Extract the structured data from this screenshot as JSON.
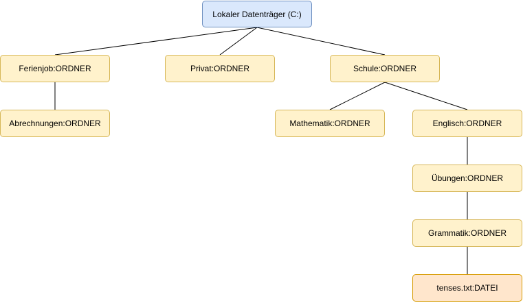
{
  "nodes": {
    "root": "Lokaler Datenträger (C:)",
    "ferienjob": "Ferienjob:ORDNER",
    "privat": "Privat:ORDNER",
    "schule": "Schule:ORDNER",
    "abrechnungen": "Abrechnungen:ORDNER",
    "mathematik": "Mathematik:ORDNER",
    "englisch": "Englisch:ORDNER",
    "uebungen": "Übungen:ORDNER",
    "grammatik": "Grammatik:ORDNER",
    "tenses": "tenses.txt:DATEI"
  },
  "edges": [
    [
      "root",
      "ferienjob"
    ],
    [
      "root",
      "privat"
    ],
    [
      "root",
      "schule"
    ],
    [
      "ferienjob",
      "abrechnungen"
    ],
    [
      "schule",
      "mathematik"
    ],
    [
      "schule",
      "englisch"
    ],
    [
      "englisch",
      "uebungen"
    ],
    [
      "uebungen",
      "grammatik"
    ],
    [
      "grammatik",
      "tenses"
    ]
  ],
  "colors": {
    "root_fill": "#dae8fc",
    "root_stroke": "#6c8ebf",
    "folder_fill": "#fff2cc",
    "folder_stroke": "#d6b656",
    "file_fill": "#ffe6cc",
    "file_stroke": "#d79b00",
    "edge": "#000000"
  }
}
